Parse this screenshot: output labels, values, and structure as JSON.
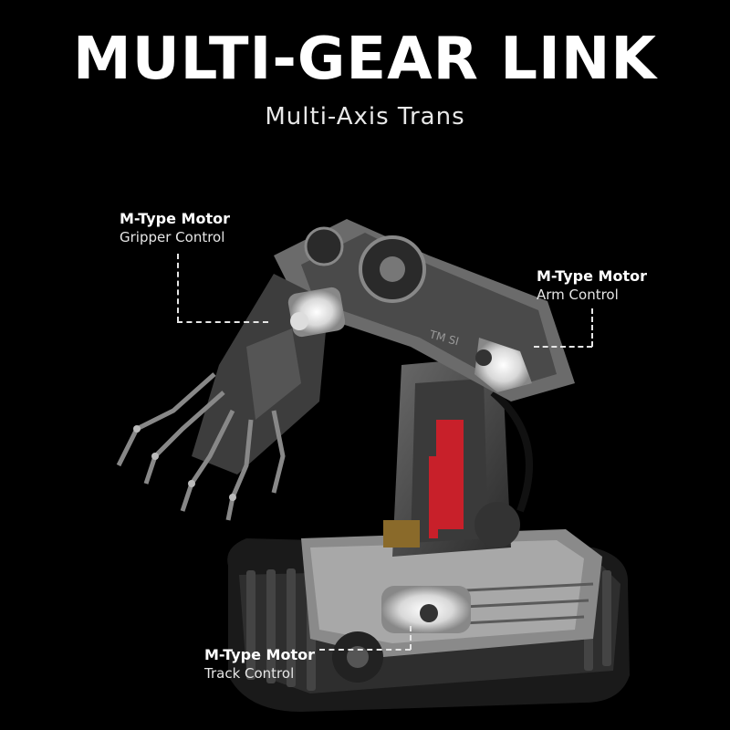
{
  "header": {
    "title": "MULTI-GEAR LINK",
    "subtitle": "Multi-Axis Trans"
  },
  "callouts": [
    {
      "name": "gripper",
      "line1": "M-Type Motor",
      "line2": "Gripper Control"
    },
    {
      "name": "arm",
      "line1": "M-Type Motor",
      "line2": "Arm Control"
    },
    {
      "name": "track",
      "line1": "M-Type Motor",
      "line2": "Track Control"
    }
  ],
  "colors": {
    "background": "#000000",
    "text": "#ffffff",
    "accent_red": "#c8202a"
  }
}
